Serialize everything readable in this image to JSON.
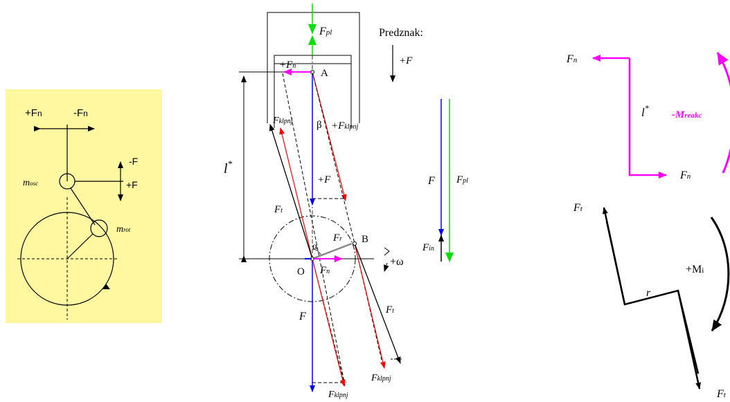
{
  "panel_left": {
    "background": "#FFF8A0",
    "labels": {
      "plus_fn_sign": "+F",
      "plus_fn_sub": "n",
      "minus_fn_sign": "-F",
      "minus_fn_sub": "n",
      "minus_f": "-F",
      "plus_f": "+F",
      "m_osc": "m",
      "m_osc_sub": "osc",
      "m_rot": "m",
      "m_rot_sub": "rot"
    }
  },
  "panel_mid": {
    "labels": {
      "f_pl": "F",
      "f_pl_sub": "pl",
      "predznak": "Predznak:",
      "plus_f_sign": "+F",
      "plus_fn": "+F",
      "plus_fn_sub": "n",
      "point_a": "A",
      "l_star": "l",
      "l_star_sup": "*",
      "f_klpnj_left": "F",
      "f_klpnj_left_sub": "klpnj",
      "beta": "β",
      "plus_f_klpnj": "+F",
      "plus_f_klpnj_sub": "klpnj",
      "plus_f": "+F",
      "f_t_left": "F",
      "f_t_left_sub": "t",
      "alpha": "α",
      "f_r": "F",
      "f_r_sub": "r",
      "point_b": "B",
      "point_o": "O",
      "f_n": "F",
      "f_n_sub": "n",
      "plus_omega": "+ω",
      "f_t_right": "F",
      "f_t_right_sub": "t",
      "f_bottom": "F",
      "f_klpnj_right": "F",
      "f_klpnj_right_sub": "klpnj",
      "f_klpnj_bottom": "F",
      "f_klpnj_bottom_sub": "klpnj",
      "f_side": "F",
      "f_pl_side": "F",
      "f_pl_side_sub": "pl",
      "f_in": "F",
      "f_in_sub": "in"
    },
    "colors": {
      "red": "#FF0000",
      "blue": "#0000FF",
      "green": "#00E000",
      "magenta": "#FF00FF"
    }
  },
  "panel_right": {
    "labels": {
      "f_n_top": "F",
      "f_n_top_sub": "n",
      "l_star": "l",
      "l_star_sup": "*",
      "m_reakc": "-M",
      "m_reakc_sub": "reakc",
      "f_n_bottom": "F",
      "f_n_bottom_sub": "n",
      "f_t_top": "F",
      "f_t_top_sub": "t",
      "r": "r",
      "plus_m": "+M",
      "plus_m_sub": "i",
      "f_t_bottom": "F",
      "f_t_bottom_sub": "t"
    }
  }
}
